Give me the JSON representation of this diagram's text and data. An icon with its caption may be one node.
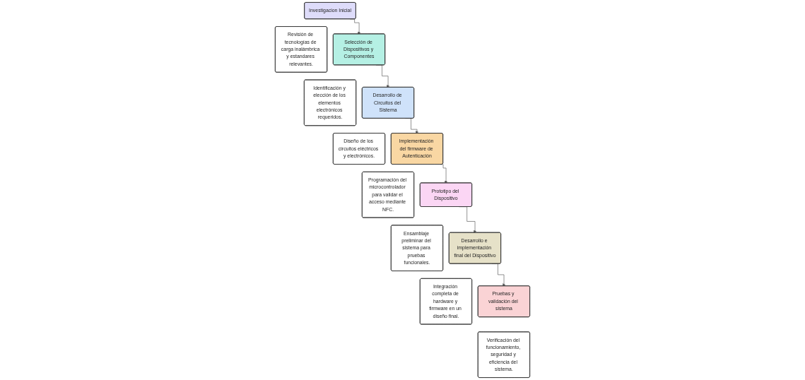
{
  "diagram": {
    "nodes": [
      {
        "text": [
          "Investigacion Inicial"
        ]
      },
      {
        "text": [
          "Revisión de tecnologías de carga inalámbrica y estandares relevantes."
        ]
      },
      {
        "text": [
          "Selección de Dispositivos y Componentes"
        ]
      },
      {
        "text": [
          "Identificación y elección de los elementos electrónicos requeridos."
        ]
      },
      {
        "text": [
          "Desarrollo de Circuitos del Sistema"
        ]
      },
      {
        "text": [
          "Diseño de los circuitos eléctricos y electrónicos."
        ]
      },
      {
        "text": [
          "Implementación del firmware de Autenticación"
        ]
      },
      {
        "text": [
          "Programación del microcontrolador para validar el acceso mediante NFC."
        ]
      },
      {
        "text": [
          "Prototipo del Dispositivo"
        ]
      },
      {
        "text": [
          "Ensamblaje preliminar del sistema para pruebas funcionales."
        ]
      },
      {
        "text": [
          "Desarrollo e implementación final del Dispositivo"
        ]
      },
      {
        "text": [
          "Integración completa de hardware y firmware en un diseño final."
        ]
      },
      {
        "text": [
          "Pruebas y validación del sistema"
        ]
      },
      {
        "text": [
          "Verificación del funcionamiento, seguridad y eficiencia del sistema."
        ]
      }
    ],
    "edges": [
      {
        "from": 0,
        "to": 2,
        "arrow": "to"
      },
      {
        "from": 2,
        "to": 4,
        "arrow": "to"
      },
      {
        "from": 4,
        "to": 6,
        "arrow": "to"
      },
      {
        "from": 6,
        "to": 8,
        "arrow": "to"
      },
      {
        "from": 8,
        "to": 10,
        "arrow": "to"
      },
      {
        "from": 10,
        "to": 12,
        "arrow": "to"
      }
    ]
  }
}
